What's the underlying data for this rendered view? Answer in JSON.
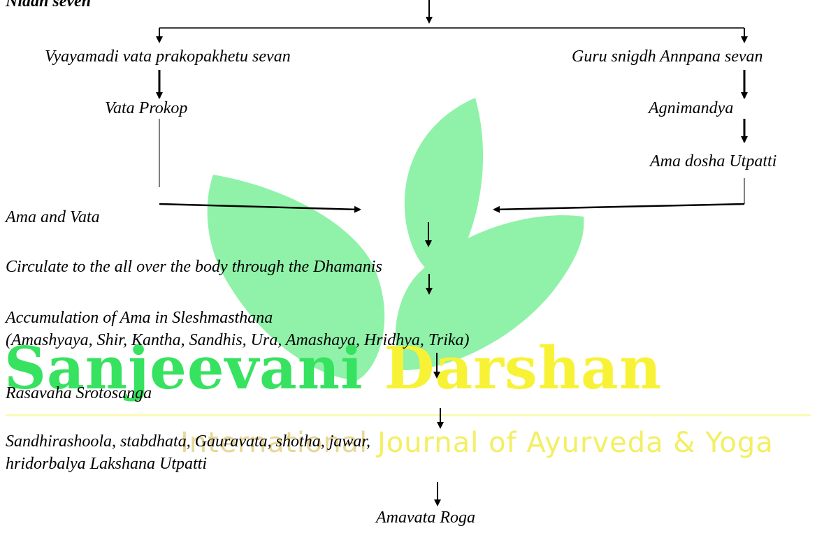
{
  "diagram": {
    "header": "Nidan seven",
    "left_cause": "Vyayamadi vata prakopakhetu sevan",
    "right_cause": "Guru snigdh Annpana sevan",
    "vata_prokop": "Vata Prokop",
    "agnimandya": "Agnimandya",
    "ama_dosha": "Ama dosha Utpatti",
    "ama_vata": "Ama and Vata",
    "circulate": "Circulate to the all over the body through the Dhamanis",
    "accumulation": "Accumulation of Ama in Sleshmasthana",
    "accumulation_sites": "(Amashyaya, Shir, Kantha, Sandhis, Ura, Amashaya, Hridhya, Trika)",
    "srotosanga": "Rasavaha Srotosanga",
    "lakshana_1": "Sandhirashoola, stabdhata, Gauravata, shotha, jawar,",
    "lakshana_2": "hridorbalya Lakshana Utpatti",
    "result": "Amavata Roga"
  },
  "watermark": {
    "title_part1": "Sanjeevani",
    "title_part2": "Darshan",
    "subtitle_part1": "International",
    "subtitle_part2": "Journal of Ayurveda & Yoga",
    "colors": {
      "leaf": "#8ff2a8",
      "title_green": "#36e25f",
      "title_yellow": "#f8f236",
      "subtitle_tan": "#e8d898",
      "subtitle_yellow": "#f3ef62"
    }
  }
}
